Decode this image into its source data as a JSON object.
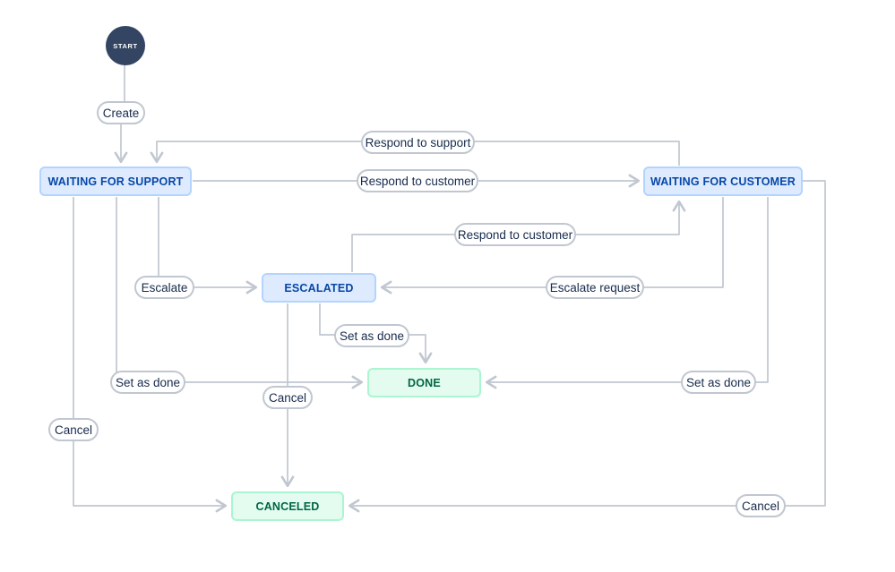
{
  "diagram": {
    "type": "workflow",
    "colors": {
      "status_blue_bg": "#DEEBFF",
      "status_blue_border": "#B3D4FF",
      "status_blue_text": "#0747A6",
      "status_green_bg": "#E3FCEF",
      "status_green_border": "#ABF5D1",
      "status_green_text": "#006644",
      "connector": "#C1C7D0",
      "transition_text": "#172B4D",
      "start_circle_bg": "#344563",
      "start_circle_text": "#FFFFFF"
    }
  },
  "start": {
    "label": "START"
  },
  "statuses": [
    {
      "id": "waiting-for-support",
      "label": "WAITING FOR SUPPORT",
      "category": "blue"
    },
    {
      "id": "waiting-for-customer",
      "label": "WAITING FOR CUSTOMER",
      "category": "blue"
    },
    {
      "id": "escalated",
      "label": "ESCALATED",
      "category": "blue"
    },
    {
      "id": "done",
      "label": "DONE",
      "category": "green"
    },
    {
      "id": "canceled",
      "label": "CANCELED",
      "category": "green"
    }
  ],
  "transitions": {
    "create": {
      "label": "Create",
      "from": "start",
      "to": "waiting-for-support"
    },
    "respond_to_support": {
      "label": "Respond to support",
      "from": "waiting-for-customer",
      "to": "waiting-for-support"
    },
    "respond_to_customer_top": {
      "label": "Respond to customer",
      "from": "waiting-for-support",
      "to": "waiting-for-customer"
    },
    "respond_to_customer_mid": {
      "label": "Respond to customer",
      "from": "escalated",
      "to": "waiting-for-customer"
    },
    "escalate": {
      "label": "Escalate",
      "from": "waiting-for-support",
      "to": "escalated"
    },
    "escalate_request": {
      "label": "Escalate request",
      "from": "waiting-for-customer",
      "to": "escalated"
    },
    "set_as_done_mid": {
      "label": "Set as done",
      "from": "escalated",
      "to": "done"
    },
    "set_as_done_left": {
      "label": "Set as done",
      "from": "waiting-for-support",
      "to": "done"
    },
    "set_as_done_right": {
      "label": "Set as done",
      "from": "waiting-for-customer",
      "to": "done"
    },
    "cancel_mid": {
      "label": "Cancel",
      "from": "escalated",
      "to": "canceled"
    },
    "cancel_left": {
      "label": "Cancel",
      "from": "waiting-for-support",
      "to": "canceled"
    },
    "cancel_right": {
      "label": "Cancel",
      "from": "waiting-for-customer",
      "to": "canceled"
    }
  }
}
